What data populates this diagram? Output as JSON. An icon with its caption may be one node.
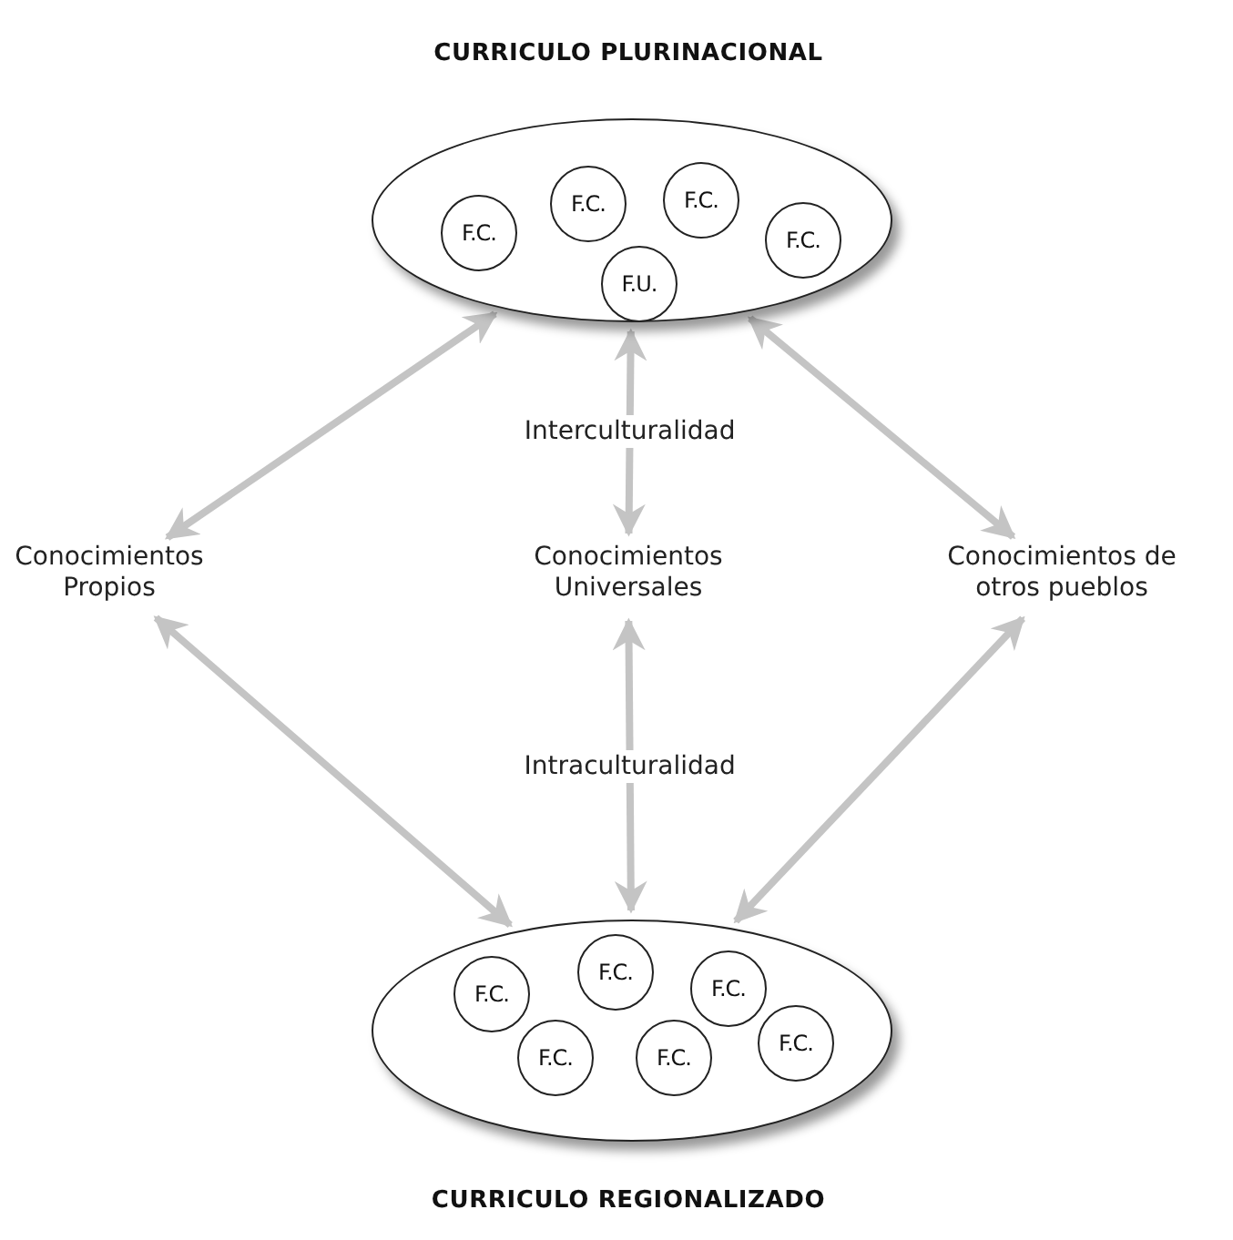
{
  "diagram": {
    "nodes": [
      {
        "text": [],
        "shape": "ellipse"
      },
      {
        "text": [
          "F.C."
        ],
        "in": 0
      },
      {
        "text": [
          "F.C."
        ],
        "in": 0
      },
      {
        "text": [
          "F.C."
        ],
        "in": 0
      },
      {
        "text": [
          "F.C."
        ],
        "in": 0
      },
      {
        "text": [
          "F.U."
        ],
        "in": 0
      },
      {
        "text": [
          "Conocimientos Propios"
        ]
      },
      {
        "text": [
          "Conocimientos Universales"
        ]
      },
      {
        "text": [
          "Conocimientos de otros pueblos"
        ]
      },
      {
        "text": [],
        "shape": "ellipse"
      },
      {
        "text": [
          "F.C."
        ],
        "in": 9
      },
      {
        "text": [
          "F.C."
        ],
        "in": 9
      },
      {
        "text": [
          "F.C."
        ],
        "in": 9
      },
      {
        "text": [
          "F.C."
        ],
        "in": 9
      },
      {
        "text": [
          "F.C."
        ],
        "in": 9
      },
      {
        "text": [
          "F.C."
        ],
        "in": 9
      }
    ],
    "edges": [
      {
        "from": 6,
        "to": 0,
        "arrow": "both"
      },
      {
        "from": 7,
        "to": 0,
        "arrow": "both",
        "label": "Interculturalidad"
      },
      {
        "from": 8,
        "to": 0,
        "arrow": "both"
      },
      {
        "from": 6,
        "to": 9,
        "arrow": "both"
      },
      {
        "from": 7,
        "to": 9,
        "arrow": "both",
        "label": "Intraculturalidad"
      },
      {
        "from": 8,
        "to": 9,
        "arrow": "both"
      }
    ],
    "labels": [
      "CURRICULO PLURINACIONAL",
      "CURRICULO REGIONALIZADO"
    ]
  }
}
